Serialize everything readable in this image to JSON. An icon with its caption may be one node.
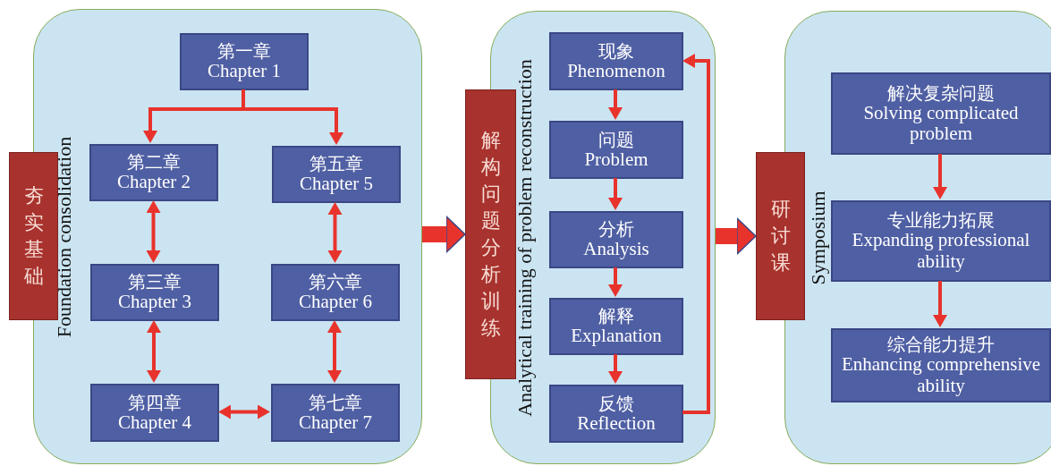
{
  "diagram": {
    "nodes": [
      {
        "text": [
          "Foundation consolidation"
        ]
      },
      {
        "text": [
          "夯实基础"
        ]
      },
      {
        "text": [
          "第一章",
          "Chapter 1"
        ],
        "in": 0
      },
      {
        "text": [
          "第二章",
          "Chapter 2"
        ],
        "in": 0
      },
      {
        "text": [
          "第五章",
          "Chapter 5"
        ],
        "in": 0
      },
      {
        "text": [
          "第三章",
          "Chapter 3"
        ],
        "in": 0
      },
      {
        "text": [
          "第六章",
          "Chapter 6"
        ],
        "in": 0
      },
      {
        "text": [
          "第四章",
          "Chapter 4"
        ],
        "in": 0
      },
      {
        "text": [
          "第七章",
          "Chapter 7"
        ],
        "in": 0
      },
      {
        "text": [
          "Analytical training of problem reconstruction"
        ]
      },
      {
        "text": [
          "解构问题分析训练"
        ]
      },
      {
        "text": [
          "现象",
          "Phenomenon"
        ],
        "in": 9
      },
      {
        "text": [
          "问题",
          "Problem"
        ],
        "in": 9
      },
      {
        "text": [
          "分析",
          "Analysis"
        ],
        "in": 9
      },
      {
        "text": [
          "解释",
          "Explanation"
        ],
        "in": 9
      },
      {
        "text": [
          "反馈",
          "Reflection"
        ],
        "in": 9
      },
      {
        "text": [
          "Symposium"
        ]
      },
      {
        "text": [
          "研讨课"
        ]
      },
      {
        "text": [
          "解决复杂问题",
          "Solving complicated problem"
        ],
        "in": 16
      },
      {
        "text": [
          "专业能力拓展",
          "Expanding professional ability"
        ],
        "in": 16
      },
      {
        "text": [
          "综合能力提升",
          "Enhancing comprehensive ability"
        ],
        "in": 16
      }
    ],
    "edges": [
      {
        "from": 2,
        "to": 3,
        "arrow": "to"
      },
      {
        "from": 2,
        "to": 4,
        "arrow": "to"
      },
      {
        "from": 3,
        "to": 5,
        "arrow": "both"
      },
      {
        "from": 4,
        "to": 6,
        "arrow": "both"
      },
      {
        "from": 5,
        "to": 7,
        "arrow": "both"
      },
      {
        "from": 6,
        "to": 8,
        "arrow": "both"
      },
      {
        "from": 7,
        "to": 8,
        "arrow": "both"
      },
      {
        "from": 0,
        "to": 10,
        "arrow": "to",
        "style": "thick"
      },
      {
        "from": 11,
        "to": 12,
        "arrow": "to"
      },
      {
        "from": 12,
        "to": 13,
        "arrow": "to"
      },
      {
        "from": 13,
        "to": 14,
        "arrow": "to"
      },
      {
        "from": 14,
        "to": 15,
        "arrow": "to"
      },
      {
        "from": 15,
        "to": 11,
        "arrow": "to"
      },
      {
        "from": 9,
        "to": 17,
        "arrow": "to",
        "style": "thick"
      },
      {
        "from": 18,
        "to": 19,
        "arrow": "to"
      },
      {
        "from": 19,
        "to": 20,
        "arrow": "to"
      }
    ]
  }
}
